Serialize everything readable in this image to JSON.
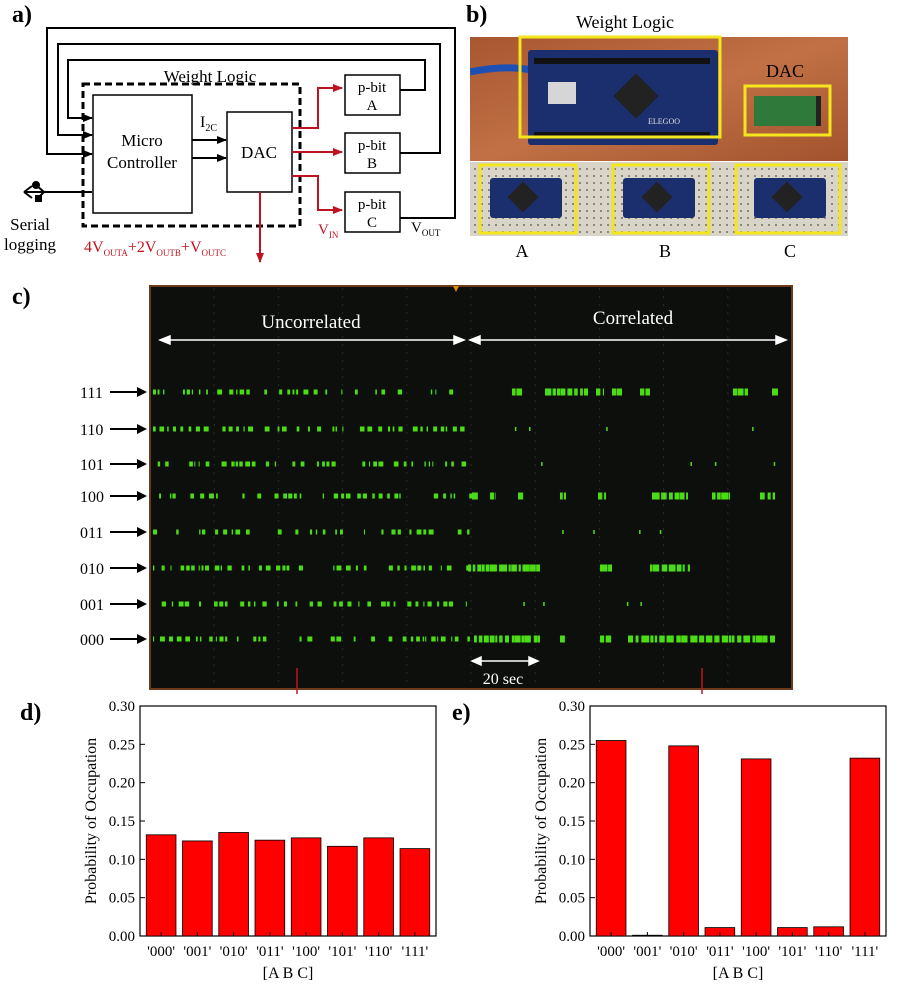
{
  "panels": {
    "a": "a)",
    "b": "b)",
    "c": "c)",
    "d": "d)",
    "e": "e)"
  },
  "diagram_a": {
    "weight_logic_label": "Weight Logic",
    "micro_controller_line1": "Micro",
    "micro_controller_line2": "Controller",
    "i2c_label": "I",
    "i2c_sub": "2C",
    "dac_label": "DAC",
    "pbit_a_line1": "p-bit",
    "pbit_a_line2": "A",
    "pbit_b_line1": "p-bit",
    "pbit_b_line2": "B",
    "pbit_c_line1": "p-bit",
    "pbit_c_line2": "C",
    "vin": "V",
    "vin_sub": "IN",
    "vout": "V",
    "vout_sub": "OUT",
    "serial_line1": "Serial",
    "serial_line2": "logging",
    "dac_output_formula": {
      "t1": "4V",
      "s1": "OUTA",
      "t2": "+2V",
      "s2": "OUTB",
      "t3": "+V",
      "s3": "OUTC"
    },
    "accent_red": "#c0131f"
  },
  "photo_b": {
    "weight_logic_label": "Weight Logic",
    "dac_label": "DAC",
    "board_labels": [
      "A",
      "B",
      "C"
    ],
    "highlight_color": "#f3e61c",
    "board_brand": "ELEGOO"
  },
  "scope_c": {
    "uncorrelated_label": "Uncorrelated",
    "correlated_label": "Correlated",
    "state_labels": [
      "111",
      "110",
      "101",
      "100",
      "011",
      "010",
      "001",
      "000"
    ],
    "time_scale_label": "20 sec",
    "trace_color": "#4cdc16",
    "background": "#0c0f0b"
  },
  "chart_data": [
    {
      "type": "bar",
      "panel": "d",
      "categories": [
        "'000'",
        "'001'",
        "'010'",
        "'011'",
        "'100'",
        "'101'",
        "'110'",
        "'111'"
      ],
      "values": [
        0.132,
        0.124,
        0.135,
        0.125,
        0.128,
        0.117,
        0.128,
        0.114
      ],
      "xlabel": "[A B C]",
      "ylabel": "Probability of Occupation",
      "ylim": [
        0.0,
        0.3
      ],
      "yticks": [
        "0.00",
        "0.05",
        "0.10",
        "0.15",
        "0.20",
        "0.25",
        "0.30"
      ],
      "bar_color": "#ff0000",
      "grid": false
    },
    {
      "type": "bar",
      "panel": "e",
      "categories": [
        "'000'",
        "'001'",
        "'010'",
        "'011'",
        "'100'",
        "'101'",
        "'110'",
        "'111'"
      ],
      "values": [
        0.255,
        0.001,
        0.248,
        0.011,
        0.231,
        0.011,
        0.012,
        0.232
      ],
      "xlabel": "[A B C]",
      "ylabel": "Probability of Occupation",
      "ylim": [
        0.0,
        0.3
      ],
      "yticks": [
        "0.00",
        "0.05",
        "0.10",
        "0.15",
        "0.20",
        "0.25",
        "0.30"
      ],
      "bar_color": "#ff0000",
      "grid": false
    }
  ]
}
